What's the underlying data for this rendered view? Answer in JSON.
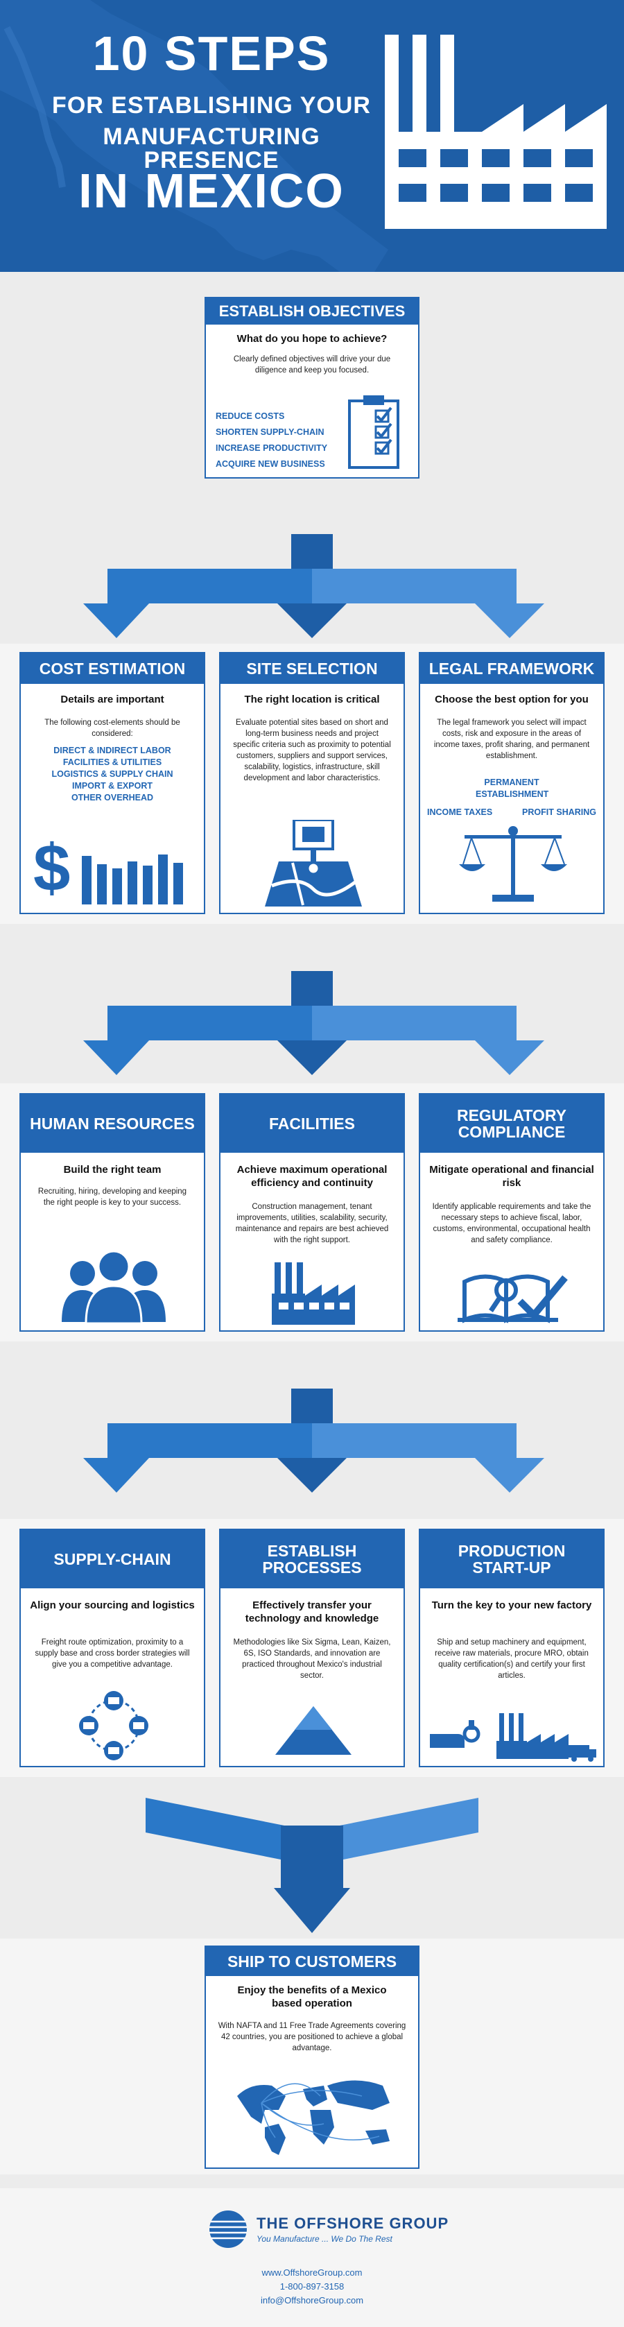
{
  "header": {
    "title_big": "10 STEPS",
    "title_line1": "FOR ESTABLISHING YOUR",
    "title_line2": "MANUFACTURING PRESENCE",
    "title_bottom": "IN MEXICO"
  },
  "objectives": {
    "title": "ESTABLISH OBJECTIVES",
    "subtitle": "What do you hope to achieve?",
    "body": "Clearly defined objectives will drive your due diligence and keep you focused.",
    "items": [
      "REDUCE COSTS",
      "SHORTEN SUPPLY-CHAIN",
      "INCREASE PRODUCTIVITY",
      "ACQUIRE NEW BUSINESS"
    ]
  },
  "row1": {
    "cost": {
      "title": "COST ESTIMATION",
      "subtitle": "Details are important",
      "body": "The following cost-elements should be considered:",
      "items": [
        "DIRECT & INDIRECT LABOR",
        "FACILITIES & UTILITIES",
        "LOGISTICS & SUPPLY CHAIN",
        "IMPORT & EXPORT",
        "OTHER OVERHEAD"
      ],
      "dollar": "$"
    },
    "site": {
      "title": "SITE SELECTION",
      "subtitle": "The right location is critical",
      "body": "Evaluate potential sites based on short and long-term business needs and project specific criteria such as proximity to potential customers, suppliers and support services, scalability, logistics, infrastructure, skill development and labor characteristics."
    },
    "legal": {
      "title": "LEGAL FRAMEWORK",
      "subtitle": "Choose the best option for you",
      "body": "The legal framework you select will impact costs, risk and exposure in the areas of income taxes, profit sharing, and permanent establishment.",
      "label_top": "PERMANENT ESTABLISHMENT",
      "label_left": "INCOME TAXES",
      "label_right": "PROFIT SHARING"
    }
  },
  "row2": {
    "hr": {
      "title": "HUMAN RESOURCES",
      "subtitle": "Build the right team",
      "body": "Recruiting, hiring, developing and keeping the right people is key to your success."
    },
    "facilities": {
      "title": "FACILITIES",
      "subtitle": "Achieve maximum operational efficiency and continuity",
      "body": "Construction management, tenant improvements, utilities, scalability, security, maintenance and repairs are best achieved with the right support."
    },
    "regulatory": {
      "title": "REGULATORY COMPLIANCE",
      "subtitle": "Mitigate operational and financial risk",
      "body": "Identify applicable requirements and take the necessary steps to achieve fiscal, labor, customs, environmental, occupational health and safety compliance."
    }
  },
  "row3": {
    "supply": {
      "title": "SUPPLY-CHAIN",
      "subtitle": "Align your sourcing and logistics",
      "body": "Freight route optimization, proximity to a supply base and cross border strategies will give you a competitive advantage."
    },
    "processes": {
      "title": "ESTABLISH PROCESSES",
      "subtitle": "Effectively transfer your technology and knowledge",
      "body": "Methodologies like Six Sigma, Lean, Kaizen, 6S, ISO Standards, and innovation are practiced throughout Mexico's industrial sector."
    },
    "production": {
      "title": "PRODUCTION START-UP",
      "subtitle": "Turn the key to your new factory",
      "body": "Ship and setup machinery and equipment, receive raw materials, procure MRO, obtain quality certification(s) and certify your first articles."
    }
  },
  "ship": {
    "title": "SHIP TO CUSTOMERS",
    "subtitle": "Enjoy the benefits of a Mexico based operation",
    "body": "With NAFTA and 11 Free Trade Agreements covering 42 countries, you are positioned to achieve a global advantage."
  },
  "footer": {
    "brand": "THE OFFSHORE GROUP",
    "tagline": "You Manufacture ... We Do The Rest",
    "website": "www.OffshoreGroup.com",
    "phone": "1-800-897-3158",
    "email": "info@OffshoreGroup.com"
  },
  "colors": {
    "primary": "#2266b3",
    "dark": "#1e5ea6",
    "light": "#4a90d9",
    "band": "#f5f5f5",
    "bg": "#ececec"
  }
}
